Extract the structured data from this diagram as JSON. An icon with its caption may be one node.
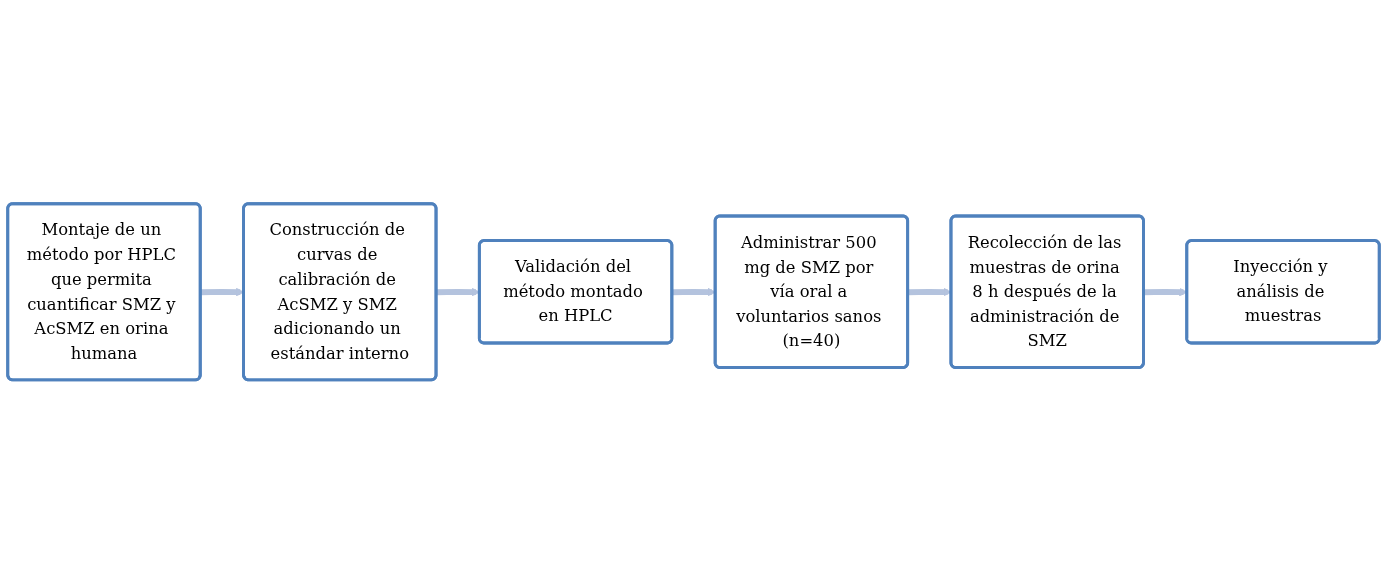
{
  "diagram": {
    "nodes": [
      {
        "text": [
          "Montaje de un método por HPLC que permita cuantificar SMZ y AcSMZ en orina humana"
        ]
      },
      {
        "text": [
          "Construcción de curvas de calibración de AcSMZ y SMZ adicionando un estándar interno"
        ]
      },
      {
        "text": [
          "Validación del método montado en HPLC"
        ]
      },
      {
        "text": [
          "Administrar 500 mg de SMZ por vía oral a voluntarios sanos (n=40)"
        ]
      },
      {
        "text": [
          "Recolección de las muestras de orina 8 h después de la administración de SMZ"
        ]
      },
      {
        "text": [
          "Inyección y análisis de muestras"
        ]
      }
    ],
    "edges": [
      {
        "from": 0,
        "to": 1,
        "arrow": "to"
      },
      {
        "from": 1,
        "to": 2,
        "arrow": "to"
      },
      {
        "from": 2,
        "to": 3,
        "arrow": "to"
      },
      {
        "from": 3,
        "to": 4,
        "arrow": "to"
      },
      {
        "from": 4,
        "to": 5,
        "arrow": "to"
      }
    ]
  }
}
